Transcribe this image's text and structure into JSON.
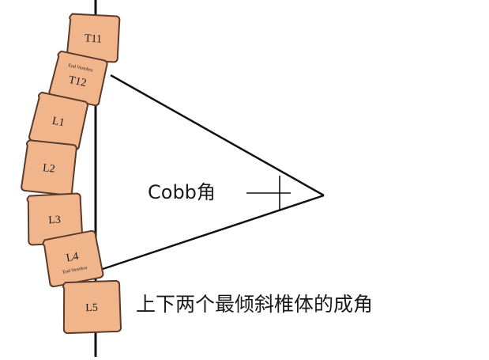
{
  "diagram": {
    "vertebrae": [
      {
        "id": "t11",
        "label": "T11",
        "sublabel": ""
      },
      {
        "id": "t12",
        "label": "T12",
        "sublabel": "End Vertebra"
      },
      {
        "id": "l1",
        "label": "L1",
        "sublabel": ""
      },
      {
        "id": "l2",
        "label": "L2",
        "sublabel": ""
      },
      {
        "id": "l3",
        "label": "L3",
        "sublabel": ""
      },
      {
        "id": "l4",
        "label": "L4",
        "sublabel": "End Vertebra"
      },
      {
        "id": "l5",
        "label": "L5",
        "sublabel": ""
      }
    ],
    "angle_label": "Cobb角",
    "caption": "上下两个最倾斜椎体的成角",
    "colors": {
      "vertebra_fill": "#f1b58c",
      "vertebra_stroke": "#5a3a2a",
      "line": "#111111",
      "text": "#1a1a1a"
    }
  }
}
